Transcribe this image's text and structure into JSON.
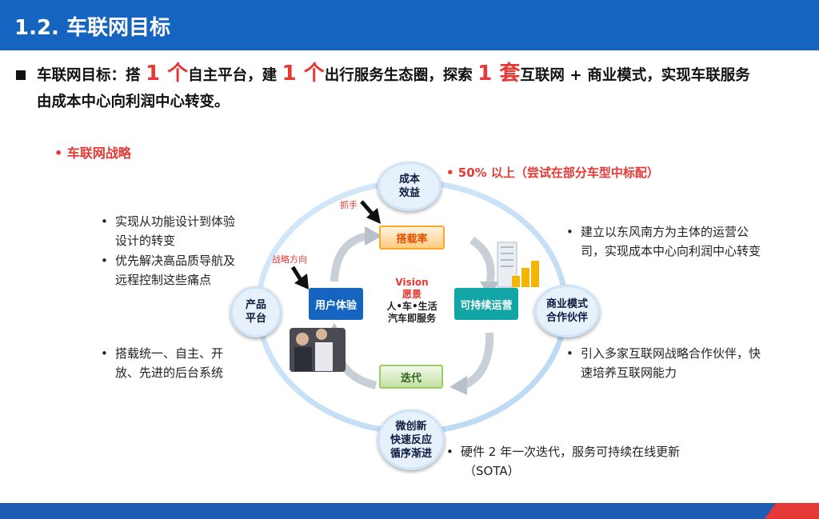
{
  "header": {
    "title": "1.2. 车联网目标"
  },
  "main": {
    "p1": "车联网目标：搭 ",
    "n1": "1 个",
    "p2": "自主平台，建 ",
    "n2": "1 个",
    "p3": "出行服务生态圈，探索 ",
    "n3": "1 套",
    "p4": "互联网 + 商业模式，实现车联服务由成本中心向利润中心转变。"
  },
  "section": {
    "bullet": "•",
    "heading": "车联网战略"
  },
  "cost_note": "• 50% 以上（尝试在部分车型中标配）",
  "left_notes": {
    "n1": "实现从功能设计到体验设计的转变",
    "n2": "优先解决高品质导航及远程控制这些痛点",
    "n3": "搭载统一、自主、开放、先进的后台系统"
  },
  "right_notes": {
    "n1": "建立以东风南方为主体的运营公司，实现成本中心向利润中心转变",
    "n2": "引入多家互联网战略合作伙伴，快速培养互联网能力"
  },
  "bottom_note": {
    "line1": "硬件 2 年一次迭代，服务可持续在线更新",
    "line2": "（SOTA）"
  },
  "bullet_char": "•",
  "diagram": {
    "bubble_top": "成本\n效益",
    "bubble_left": "产品\n平台",
    "bubble_right": "商业模式\n合作伙伴",
    "bubble_bottom": "微创新\n快速反应\n循序渐进",
    "box_top": "搭载率",
    "box_left": "用户体验",
    "box_right": "可持续运营",
    "box_bottom": "迭代",
    "label_grab": "抓手",
    "label_strategy": "战略方向",
    "vision_en": "Vision",
    "vision_cn": "愿景",
    "vision_line1": "人•车•生活",
    "vision_line2": "汽车即服务"
  },
  "colors": {
    "header": "#1565c0",
    "accent_red": "#e53935",
    "teal": "#12a5a5",
    "orange": "#ffa726",
    "green": "#9ccc65"
  }
}
